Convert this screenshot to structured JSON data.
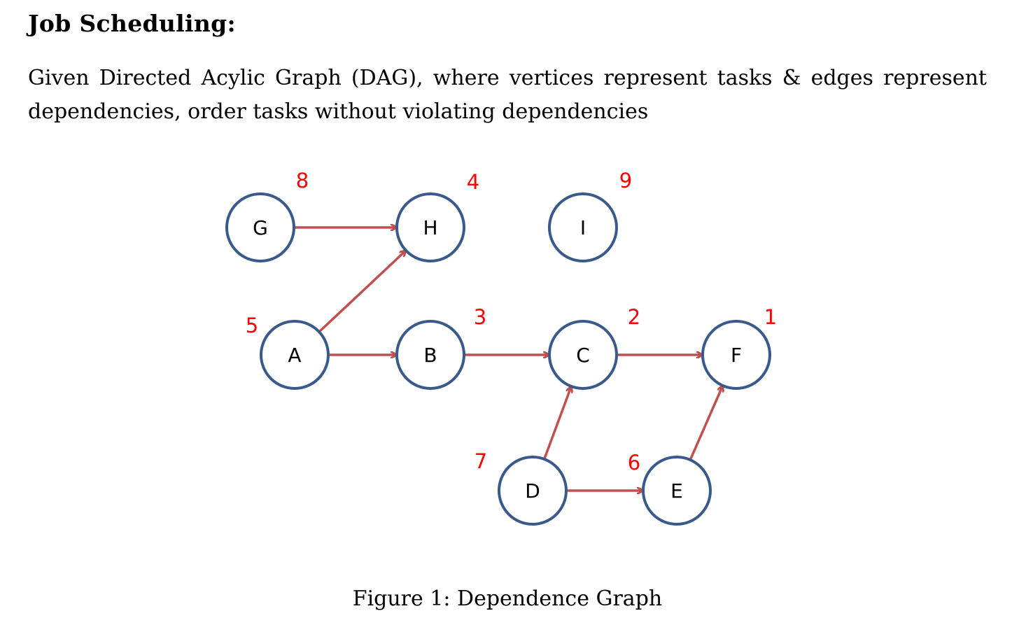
{
  "heading": "Job Scheduling:",
  "description": "Given Directed Acylic Graph (DAG), where vertices represent tasks & edges represent dependencies, order tasks without violating dependencies",
  "caption": "Figure 1: Dependence Graph",
  "colors": {
    "node_stroke": "#3a5a8c",
    "edge": "#c0504d",
    "order_label": "#ff0000"
  },
  "nodes": [
    {
      "id": "G",
      "label": "G",
      "order": "8"
    },
    {
      "id": "H",
      "label": "H",
      "order": "4"
    },
    {
      "id": "I",
      "label": "I",
      "order": "9"
    },
    {
      "id": "A",
      "label": "A",
      "order": "5"
    },
    {
      "id": "B",
      "label": "B",
      "order": "3"
    },
    {
      "id": "C",
      "label": "C",
      "order": "2"
    },
    {
      "id": "F",
      "label": "F",
      "order": "1"
    },
    {
      "id": "D",
      "label": "D",
      "order": "7"
    },
    {
      "id": "E",
      "label": "E",
      "order": "6"
    }
  ],
  "edges": [
    {
      "from": "G",
      "to": "H"
    },
    {
      "from": "A",
      "to": "H"
    },
    {
      "from": "A",
      "to": "B"
    },
    {
      "from": "B",
      "to": "C"
    },
    {
      "from": "C",
      "to": "F"
    },
    {
      "from": "D",
      "to": "C"
    },
    {
      "from": "D",
      "to": "E"
    },
    {
      "from": "E",
      "to": "F"
    }
  ]
}
